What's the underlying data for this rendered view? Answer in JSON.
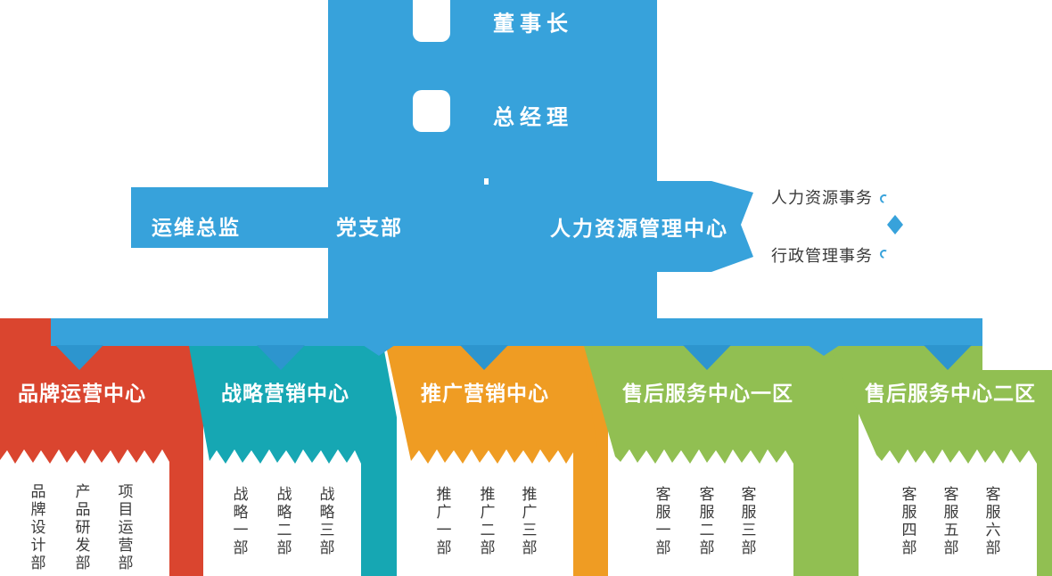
{
  "org_chart": {
    "executives": [
      {
        "label": "董事长"
      },
      {
        "label": "总经理"
      }
    ],
    "level2": [
      {
        "label": "运维总监"
      },
      {
        "label": "党支部"
      },
      {
        "label": "人力资源管理中心"
      }
    ],
    "hr_branches": [
      {
        "label": "人力资源事务"
      },
      {
        "label": "行政管理事务"
      }
    ],
    "departments": [
      {
        "title": "品牌运营中心",
        "color": "#da452f",
        "subs": [
          "品牌设计部",
          "产品研发部",
          "项目运营部"
        ]
      },
      {
        "title": "战略营销中心",
        "color": "#16a7b3",
        "subs": [
          "战略一部",
          "战略二部",
          "战略三部"
        ]
      },
      {
        "title": "推广营销中心",
        "color": "#ef9c23",
        "subs": [
          "推广一部",
          "推广二部",
          "推广三部"
        ]
      },
      {
        "title": "售后服务中心一区",
        "color": "#91bf52",
        "subs": [
          "客服一部",
          "客服二部",
          "客服三部"
        ]
      },
      {
        "title": "售后服务中心二区",
        "color": "#91bf52",
        "subs": [
          "客服四部",
          "客服五部",
          "客服六部"
        ]
      }
    ],
    "colors": {
      "primary_blue": "#37a2db",
      "chevron_blue": "#2d95ce",
      "red": "#da452f",
      "teal": "#16a7b3",
      "orange": "#ef9c23",
      "green": "#91bf52",
      "label_dark": "#3a3a3a",
      "white": "#ffffff"
    },
    "icons": {
      "executive_bullet": "rounded-square-bullet-icon",
      "hr_marker": "diamond-icon",
      "branch_marker": "arc-icon"
    }
  }
}
